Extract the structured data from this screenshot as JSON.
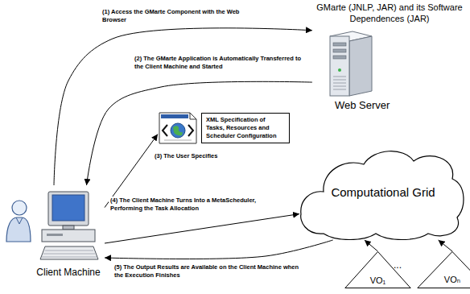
{
  "diagram": {
    "nodes": [
      {
        "text": [
          "GMarte (JNLP, JAR) and its Software Dependences (JAR)",
          "Web Server"
        ]
      },
      {
        "text": [
          "Client Machine"
        ]
      },
      {
        "text": [
          "XML Specification of Tasks, Resources and Scheduler Configuration"
        ]
      },
      {
        "text": [
          "Computational Grid"
        ]
      },
      {
        "text": [
          "VO₁"
        ]
      },
      {
        "text": [
          "VOₙ"
        ]
      }
    ],
    "edges": [
      {
        "from": 1,
        "to": 0,
        "arrow": "to",
        "label": "(1) Access the GMarte Component with the Web Browser"
      },
      {
        "from": 0,
        "to": 1,
        "arrow": "to",
        "label": "(2) The GMarte Application is Automatically Transferred to the Client Machine and Started"
      },
      {
        "from": 1,
        "to": 2,
        "arrow": "to",
        "label": "(3) The User Specifies"
      },
      {
        "from": 1,
        "to": 3,
        "arrow": "to",
        "label": "(4) The Client Machine Turns Into a MetaScheduler, Performing the Task Allocation"
      },
      {
        "from": 3,
        "to": 1,
        "arrow": "to",
        "label": "(5) The Output Results are Available on the Client Machine when the Execution Finishes"
      },
      {
        "from": 4,
        "to": 3,
        "arrow": "to"
      },
      {
        "from": 5,
        "to": 3,
        "arrow": "to"
      }
    ],
    "labels": [
      "..."
    ]
  }
}
